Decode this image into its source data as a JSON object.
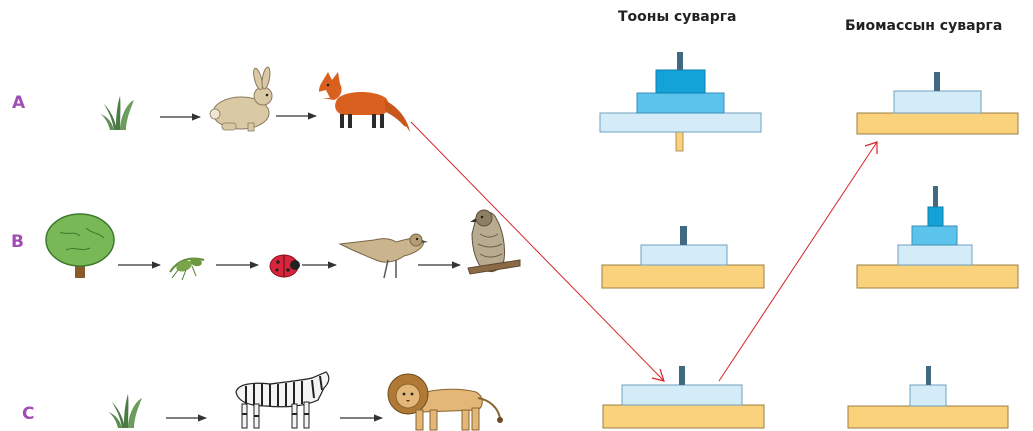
{
  "headers": {
    "numbers_pyramid": "Тооны суварга",
    "biomass_pyramid": "Биомассын суварга"
  },
  "rows": [
    {
      "label": "A",
      "chain": [
        "grass-icon",
        "rabbit-icon",
        "fox-icon"
      ]
    },
    {
      "label": "B",
      "chain": [
        "tree-icon",
        "aphid-icon",
        "ladybug-icon",
        "sparrow-icon",
        "hawk-icon"
      ]
    },
    {
      "label": "C",
      "chain": [
        "grass-icon",
        "zebra-icon",
        "lion-icon"
      ]
    }
  ],
  "colors": {
    "base_bar": "#f9d27b",
    "light_blue": "#d4ecf8",
    "mid_blue": "#5bc3ec",
    "dark_blue": "#14a3d9",
    "arrow_red": "#d8232a",
    "label_purple": "#a24db5"
  }
}
